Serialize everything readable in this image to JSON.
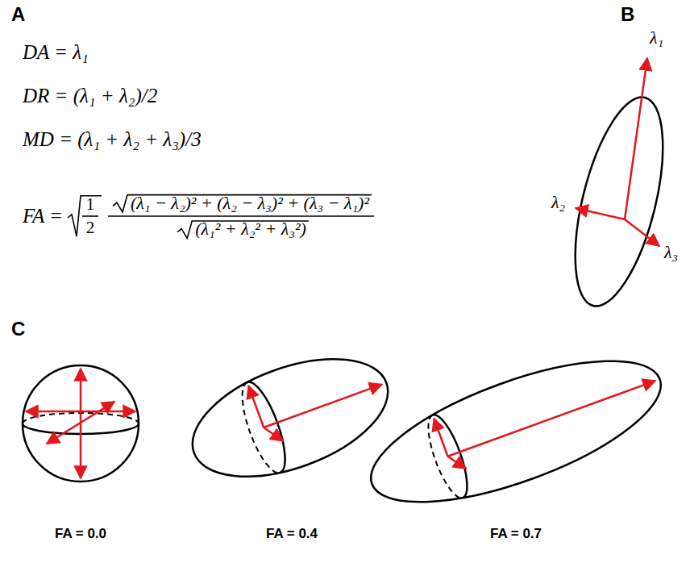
{
  "diagram": {
    "labels": [
      "A",
      "B",
      "DA = λ₁",
      "DR = (λ₁ + λ₂)/2",
      "MD = (λ₁ + λ₂ + λ₃)/3",
      "FA =",
      "1",
      "2",
      "(λ₁ − λ₂)² + (λ₂ − λ₃)² + (λ₃ − λ₁)²",
      "(λ₁² + λ₂² + λ₃²)",
      "λ₁",
      "λ₂",
      "λ₃",
      "C",
      "FA = 0.0",
      "FA = 0.4",
      "FA = 0.7"
    ]
  }
}
